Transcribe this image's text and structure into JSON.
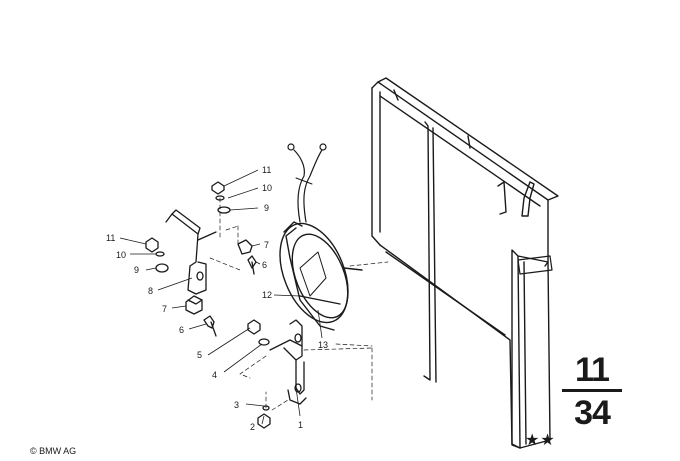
{
  "callouts": [
    "1",
    "2",
    "3",
    "4",
    "5",
    "6",
    "7",
    "8",
    "9",
    "10",
    "11",
    "12",
    "13",
    "7",
    "6",
    "9",
    "10",
    "11"
  ],
  "group": {
    "main": "11",
    "sub": "34"
  },
  "rating": "★★",
  "copyright": "© BMW AG"
}
